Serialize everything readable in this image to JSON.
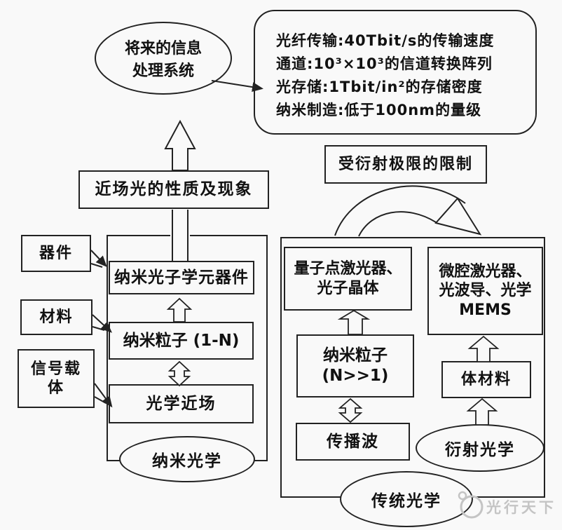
{
  "colors": {
    "line": "#222222",
    "background": "#f9f9f9",
    "watermark": "#c4c4c4"
  },
  "future_system_bubble": {
    "lines": [
      "将来的信息",
      "处理系统"
    ]
  },
  "specs_callout": {
    "lines": [
      "光纤传输:40Tbit/s的传输速度",
      "通道:10³×10³的信道转换阵列",
      "光存储:1Tbit/in²的存储密度",
      "纳米制造:低于100nm的量级"
    ]
  },
  "near_field_box": {
    "label": "近场光的性质及现象"
  },
  "diffraction_limit_box": {
    "label": "受衍射极限的限制"
  },
  "left_column": {
    "callouts": [
      {
        "label": "器件"
      },
      {
        "label": "材料"
      },
      {
        "label": "信号载体"
      }
    ],
    "stack": [
      {
        "label": "纳米光子学元器件"
      },
      {
        "label": "纳米粒子 (1-N)"
      },
      {
        "label": "光学近场"
      }
    ],
    "ellipse_label": "纳米光学"
  },
  "right_column": {
    "quantum_box": {
      "lines": [
        "量子点激光器、",
        "光子晶体"
      ]
    },
    "mems_box": {
      "lines": [
        "微腔激光器、",
        "光波导、光学",
        "MEMS"
      ]
    },
    "nanoparticle_box": {
      "lines": [
        "纳米粒子",
        "(N>>1)"
      ]
    },
    "bulk_material_box": {
      "label": "体材料"
    },
    "propagating_wave_box": {
      "label": "传播波"
    },
    "diffractive_optics_ellipse": {
      "label": "衍射光学"
    },
    "traditional_optics_ellipse": {
      "label": "传统光学"
    }
  },
  "watermark": {
    "text": "光行天下"
  }
}
